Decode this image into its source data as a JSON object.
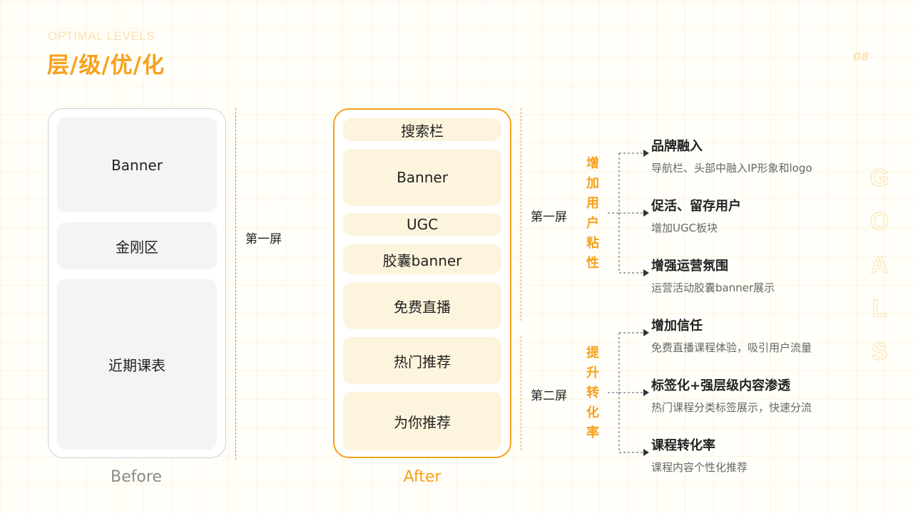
{
  "header": {
    "subtitle": "OPTIMAL LEVELS",
    "title": "层/级/优/化",
    "page_number": "08"
  },
  "before": {
    "blocks": [
      "Banner",
      "金刚区",
      "近期课表"
    ],
    "caption": "Before"
  },
  "after": {
    "blocks": [
      "搜索栏",
      "Banner",
      "UGC",
      "胶囊banner",
      "免费直播",
      "热门推荐",
      "为你推荐"
    ],
    "caption": "After"
  },
  "screens": {
    "left_label": "第一屏",
    "first": "第一屏",
    "second": "第二屏"
  },
  "goals": {
    "first": [
      "增",
      "加",
      "用",
      "户",
      "粘",
      "性"
    ],
    "second": [
      "提",
      "升",
      "转",
      "化",
      "率"
    ],
    "side_word": [
      "G",
      "O",
      "A",
      "L",
      "S"
    ]
  },
  "items": [
    {
      "title": "品牌融入",
      "desc": "导航栏、头部中融入IP形象和logo"
    },
    {
      "title": "促活、留存用户",
      "desc": "增加UGC板块"
    },
    {
      "title": "增强运营氛围",
      "desc": "运营活动胶囊banner展示"
    },
    {
      "title": "增加信任",
      "desc": "免费直播课程体验，吸引用户流量"
    },
    {
      "title": "标签化+强层级内容渗透",
      "desc": "热门课程分类标签展示，快速分流"
    },
    {
      "title": "课程转化率",
      "desc": "课程内容个性化推荐"
    }
  ],
  "colors": {
    "accent": "#f6a11c",
    "cream": "#fdf4dd",
    "grey_block": "#f4f4f4",
    "grid": "#f6e2a0"
  }
}
